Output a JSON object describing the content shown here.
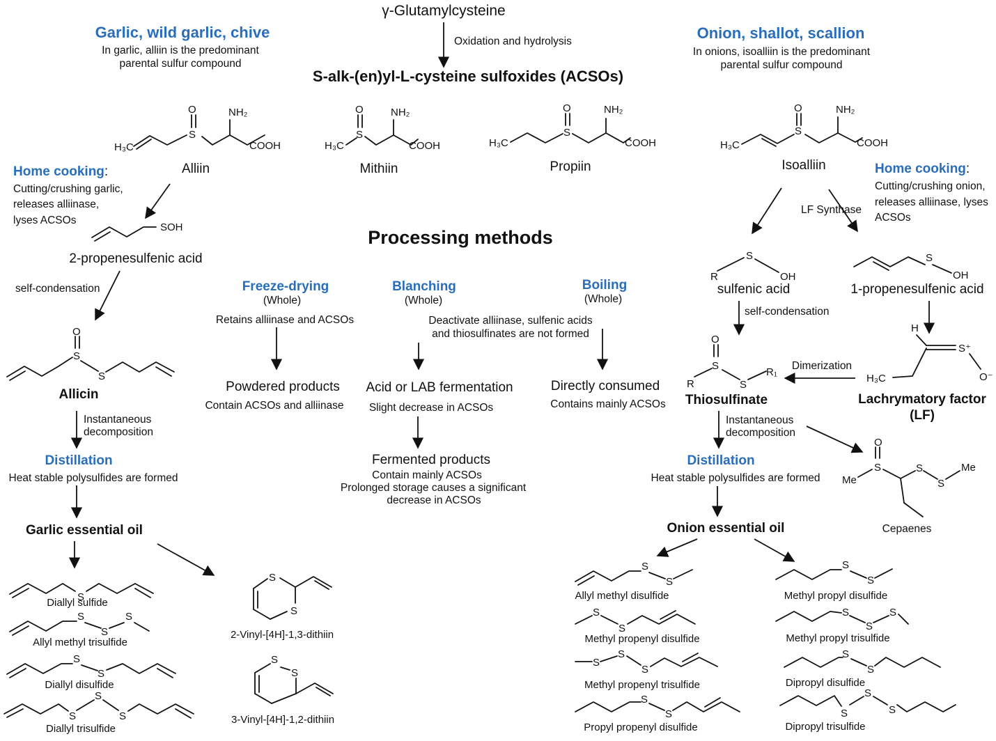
{
  "top": {
    "precursor": "γ-Glutamylcysteine",
    "step": "Oxidation and hydrolysis",
    "acsos": "S-alk-(en)yl-L-cysteine sulfoxides (ACSOs)"
  },
  "garlic": {
    "header": "Garlic, wild garlic, chive",
    "note1": "In garlic, alliin is the predominant",
    "note2": "parental sulfur compound"
  },
  "onion": {
    "header": "Onion, shallot, scallion",
    "note1": "In onions, isoalliin is the predominant",
    "note2": "parental sulfur compound"
  },
  "compounds": {
    "alliin": "Alliin",
    "mithiin": "Mithiin",
    "propiin": "Propiin",
    "isoalliin": "Isoalliin"
  },
  "atoms": {
    "o": "O",
    "s": "S",
    "nh2": "NH₂",
    "cooh": "COOH",
    "h3c": "H₃C",
    "soh": "SOH",
    "oh": "OH",
    "r": "R",
    "r1": "R₁",
    "h": "H",
    "splus": "S⁺",
    "ominus": "O⁻",
    "me": "Me"
  },
  "garlic_path": {
    "home_cooking": "Home cooking",
    "colon": ":",
    "hc1": "Cutting/crushing garlic,",
    "hc2": "releases alliinase,",
    "hc3": "lyses ACSOs",
    "acid": "2-propenesulfenic acid",
    "self_condensation": "self-condensation",
    "allicin": "Allicin",
    "inst1": "Instantaneous",
    "inst2": "decomposition",
    "distillation": "Distillation",
    "heat": "Heat stable polysulfides are formed",
    "oil": "Garlic essential oil",
    "products": [
      "Diallyl sulfide",
      "Allyl methyl trisulfide",
      "Diallyl disulfide",
      "Diallyl trisulfide",
      "2-Vinyl-[4H]-1,3-dithiin",
      "3-Vinyl-[4H]-1,2-dithiin"
    ]
  },
  "processing": {
    "title": "Processing methods",
    "freeze": "Freeze-drying",
    "blanch": "Blanching",
    "boil": "Boiling",
    "whole": "(Whole)",
    "retains": "Retains alliinase and ACSOs",
    "deact1": "Deactivate alliinase, sulfenic acids",
    "deact2": "and thiosulfinates are not formed",
    "powdered": "Powdered products",
    "powdered_note": "Contain ACSOs and alliinase",
    "ferment": "Acid or LAB fermentation",
    "ferment_note": "Slight decrease in ACSOs",
    "direct": "Directly consumed",
    "direct_note": "Contains mainly ACSOs",
    "fermented": "Fermented products",
    "fermented_note1": "Contain mainly ACSOs",
    "fermented_note2": "Prolonged storage causes a significant",
    "fermented_note3": "decrease in ACSOs"
  },
  "onion_path": {
    "home_cooking": "Home cooking",
    "colon": ":",
    "hc1": "Cutting/crushing onion,",
    "hc2": "releases alliinase, lyses",
    "hc3": "ACSOs",
    "lf_synthase": "LF Synthase",
    "sulfenic": "sulfenic acid",
    "propenesulfenic": "1-propenesulfenic acid",
    "self_condensation": "self-condensation",
    "dimerization": "Dimerization",
    "thiosulfinate": "Thiosulfinate",
    "lf1": "Lachrymatory factor",
    "lf2": "(LF)",
    "inst1": "Instantaneous",
    "inst2": "decomposition",
    "distillation": "Distillation",
    "heat": "Heat stable polysulfides are formed",
    "cepaenes": "Cepaenes",
    "oil": "Onion essential oil",
    "products": [
      "Allyl methyl disulfide",
      "Methyl propyl disulfide",
      "Methyl propenyl disulfide",
      "Methyl propyl trisulfide",
      "Methyl propenyl trisulfide",
      "Dipropyl disulfide",
      "Propyl propenyl disulfide",
      "Dipropyl trisulfide"
    ]
  },
  "colors": {
    "accent": "#2a6ebb",
    "ink": "#111111"
  }
}
